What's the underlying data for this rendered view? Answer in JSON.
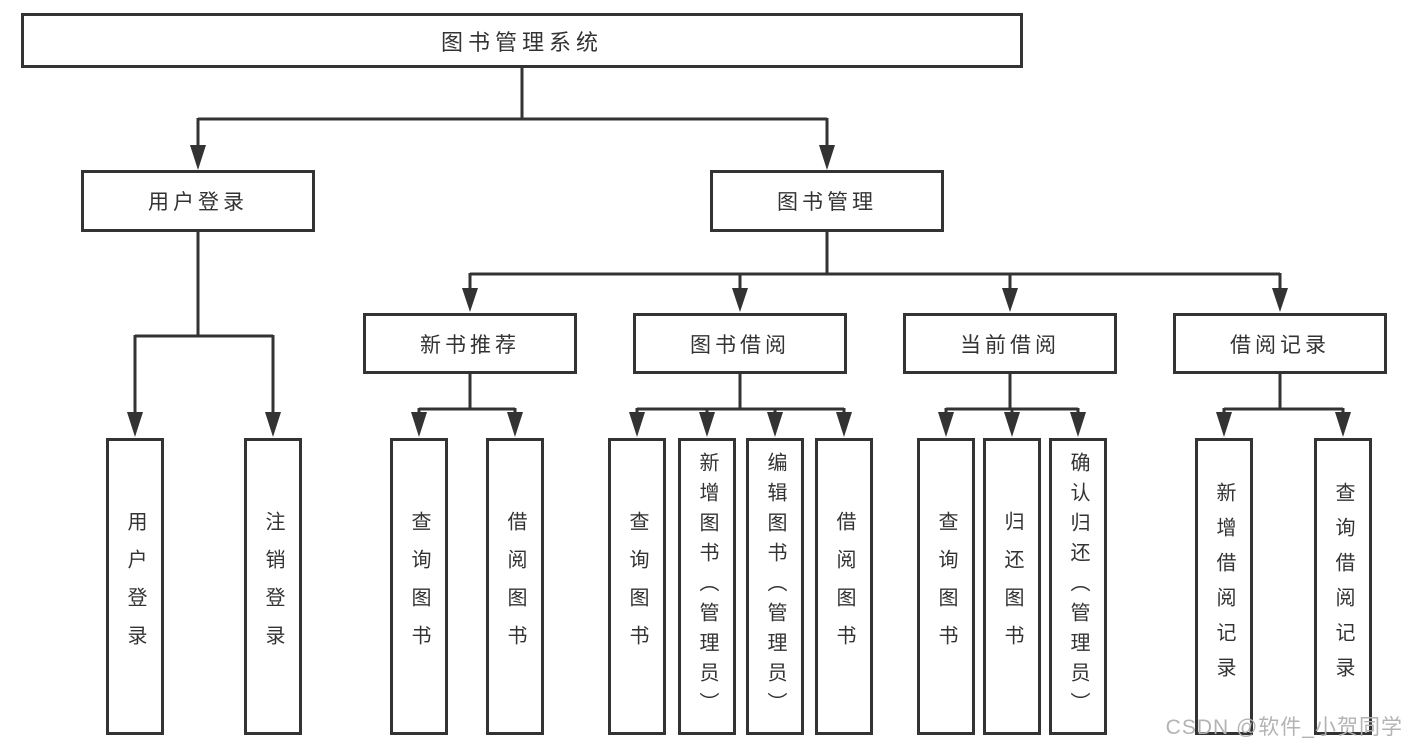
{
  "diagram": {
    "root": {
      "label": "图书管理系统"
    },
    "level1": [
      {
        "label": "用户登录",
        "children": [
          {
            "label": "用户登录"
          },
          {
            "label": "注销登录"
          }
        ]
      },
      {
        "label": "图书管理",
        "children": [
          {
            "label": "新书推荐",
            "children": [
              {
                "label": "查询图书"
              },
              {
                "label": "借阅图书"
              }
            ]
          },
          {
            "label": "图书借阅",
            "children": [
              {
                "label": "查询图书"
              },
              {
                "label": "新增图书（管理员）"
              },
              {
                "label": "编辑图书（管理员）"
              },
              {
                "label": "借阅图书"
              }
            ]
          },
          {
            "label": "当前借阅",
            "children": [
              {
                "label": "查询图书"
              },
              {
                "label": "归还图书"
              },
              {
                "label": "确认归还（管理员）"
              }
            ]
          },
          {
            "label": "借阅记录",
            "children": [
              {
                "label": "新增借阅记录"
              },
              {
                "label": "查询借阅记录"
              }
            ]
          }
        ]
      }
    ]
  },
  "watermark": {
    "text": "CSDN @软件_小贺同学"
  },
  "colors": {
    "line": "#333333",
    "box_border": "#333333",
    "box_fill": "#ffffff",
    "text": "#333333",
    "watermark": "#b3b3b3",
    "background": "#ffffff"
  }
}
